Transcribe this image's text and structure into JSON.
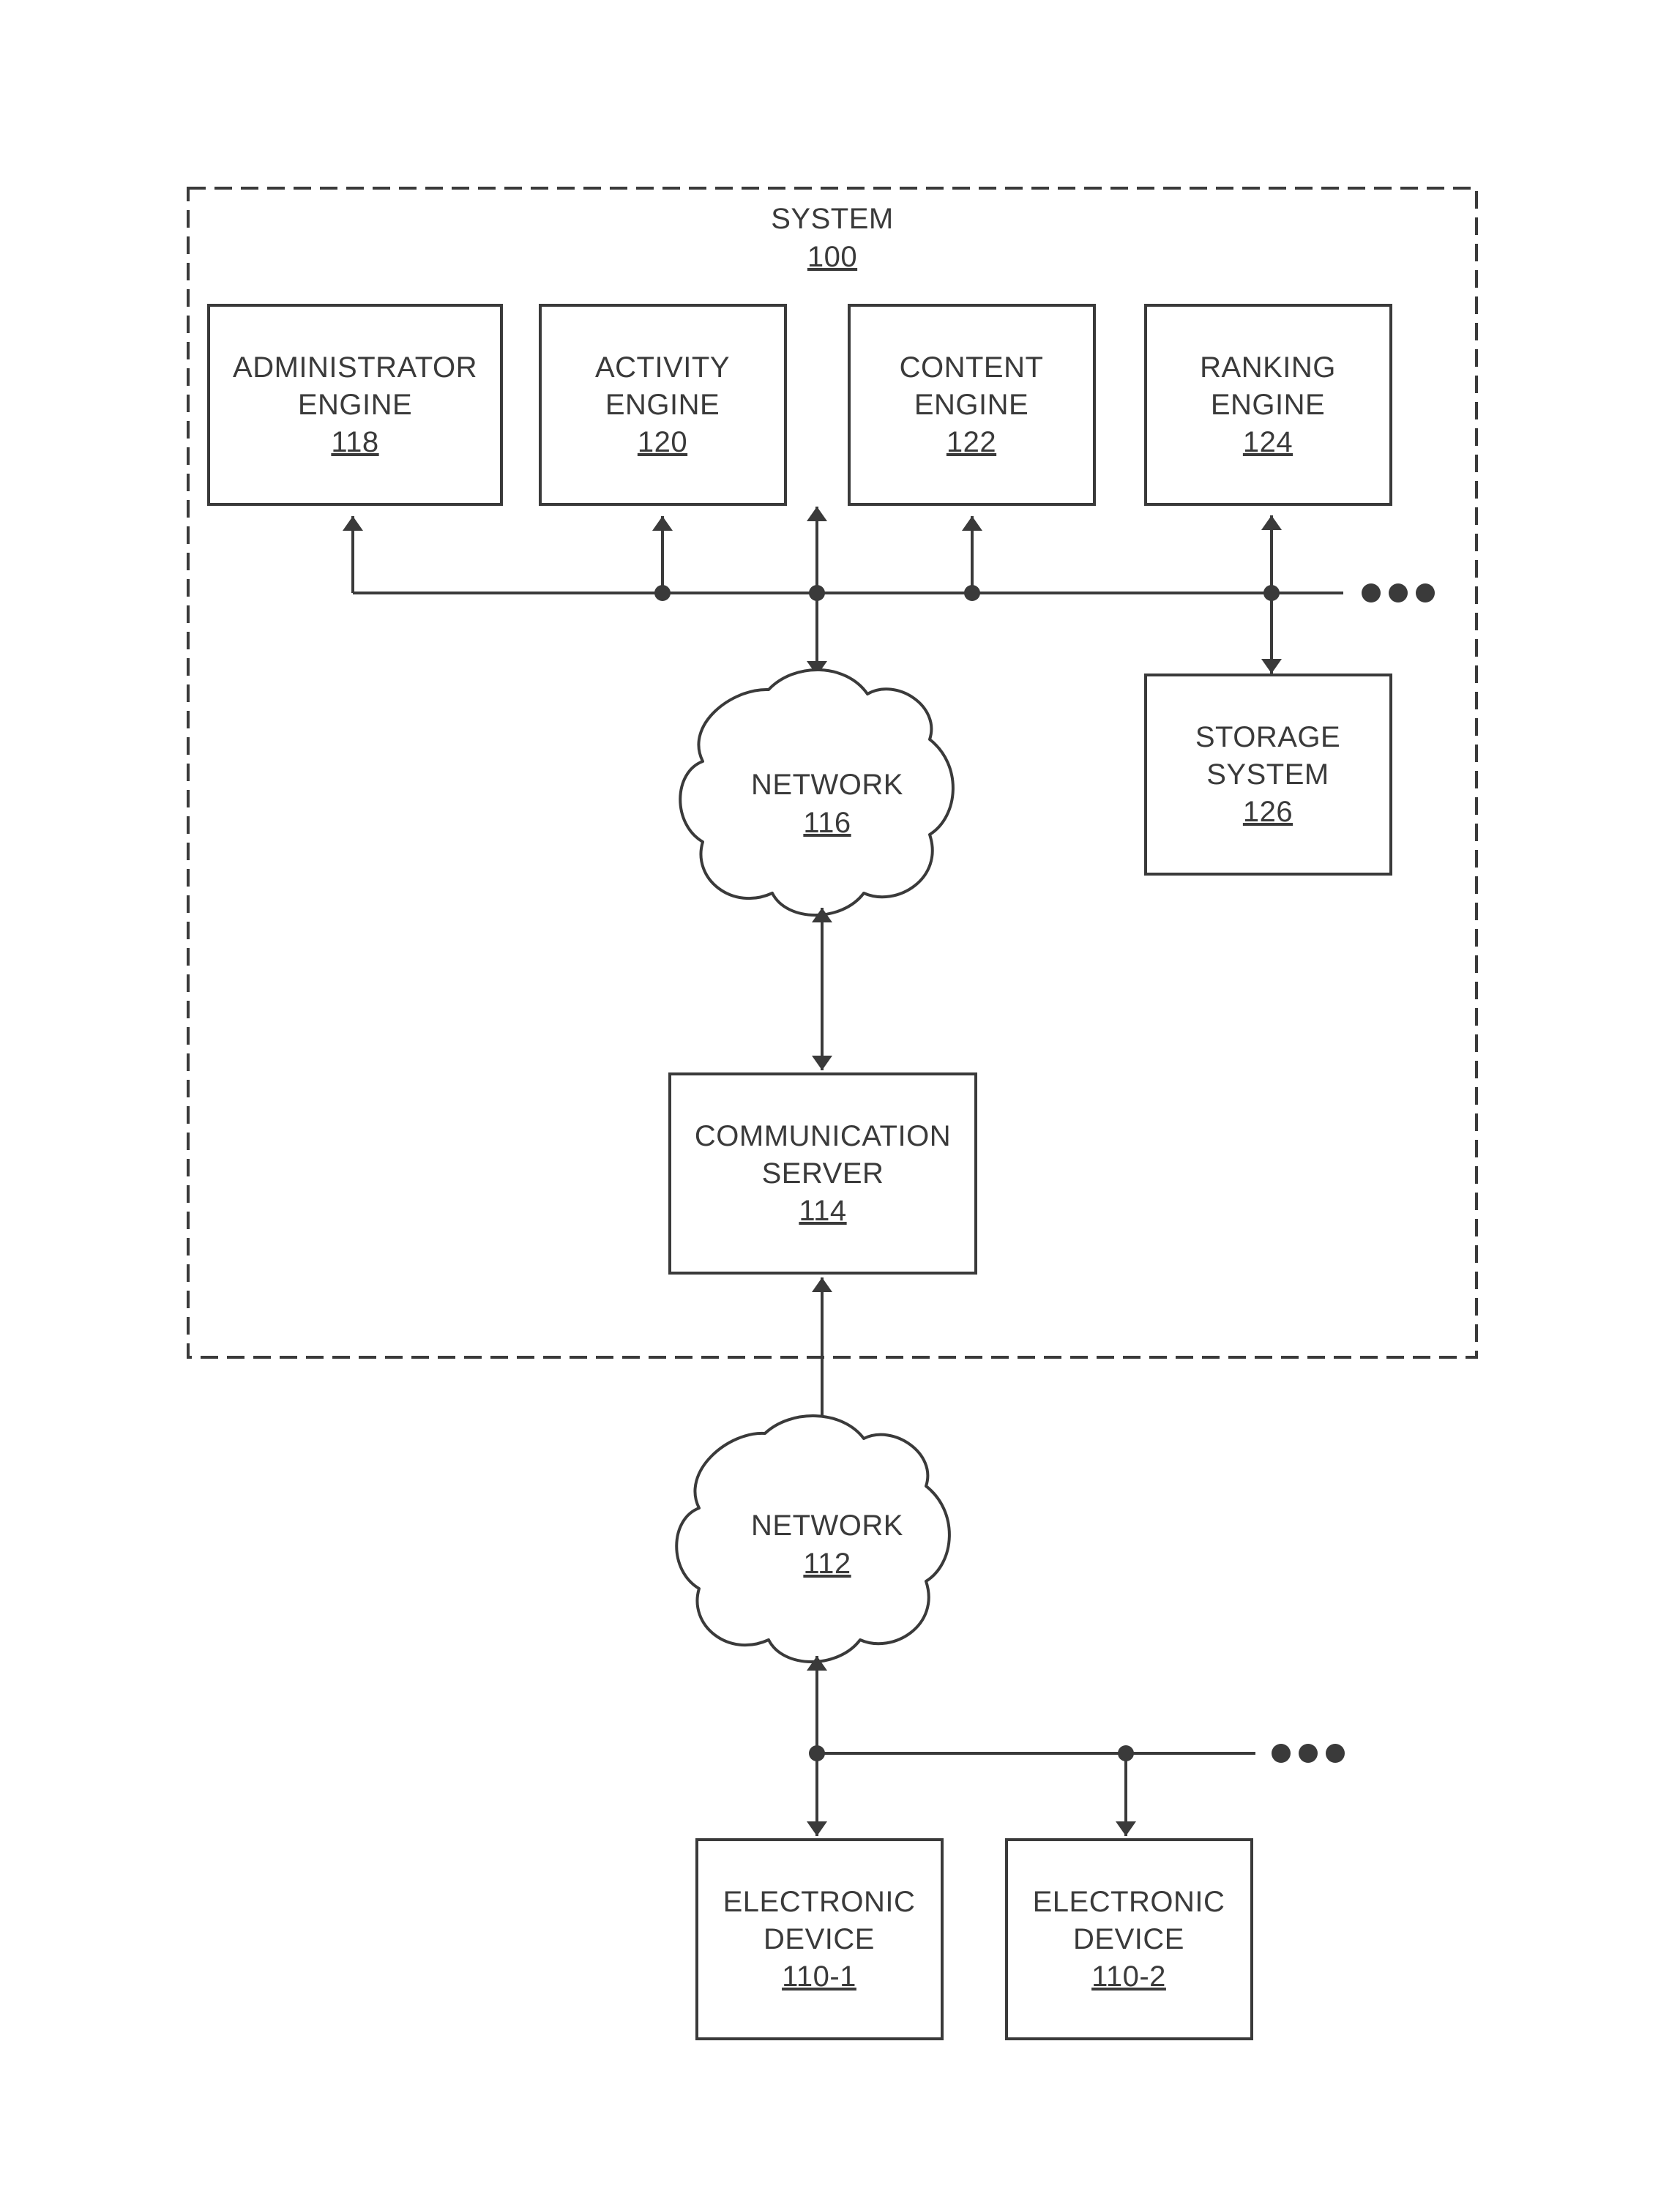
{
  "system": {
    "label": "SYSTEM",
    "ref": "100"
  },
  "administrator_engine": {
    "line1": "ADMINISTRATOR",
    "line2": "ENGINE",
    "ref": "118"
  },
  "activity_engine": {
    "line1": "ACTIVITY",
    "line2": "ENGINE",
    "ref": "120"
  },
  "content_engine": {
    "line1": "CONTENT",
    "line2": "ENGINE",
    "ref": "122"
  },
  "ranking_engine": {
    "line1": "RANKING",
    "line2": "ENGINE",
    "ref": "124"
  },
  "storage_system": {
    "line1": "STORAGE",
    "line2": "SYSTEM",
    "ref": "126"
  },
  "network_116": {
    "line1": "NETWORK",
    "ref": "116"
  },
  "communication_server": {
    "line1": "COMMUNICATION",
    "line2": "SERVER",
    "ref": "114"
  },
  "network_112": {
    "line1": "NETWORK",
    "ref": "112"
  },
  "electronic_device_1": {
    "line1": "ELECTRONIC",
    "line2": "DEVICE",
    "ref": "110-1"
  },
  "electronic_device_2": {
    "line1": "ELECTRONIC",
    "line2": "DEVICE",
    "ref": "110-2"
  }
}
